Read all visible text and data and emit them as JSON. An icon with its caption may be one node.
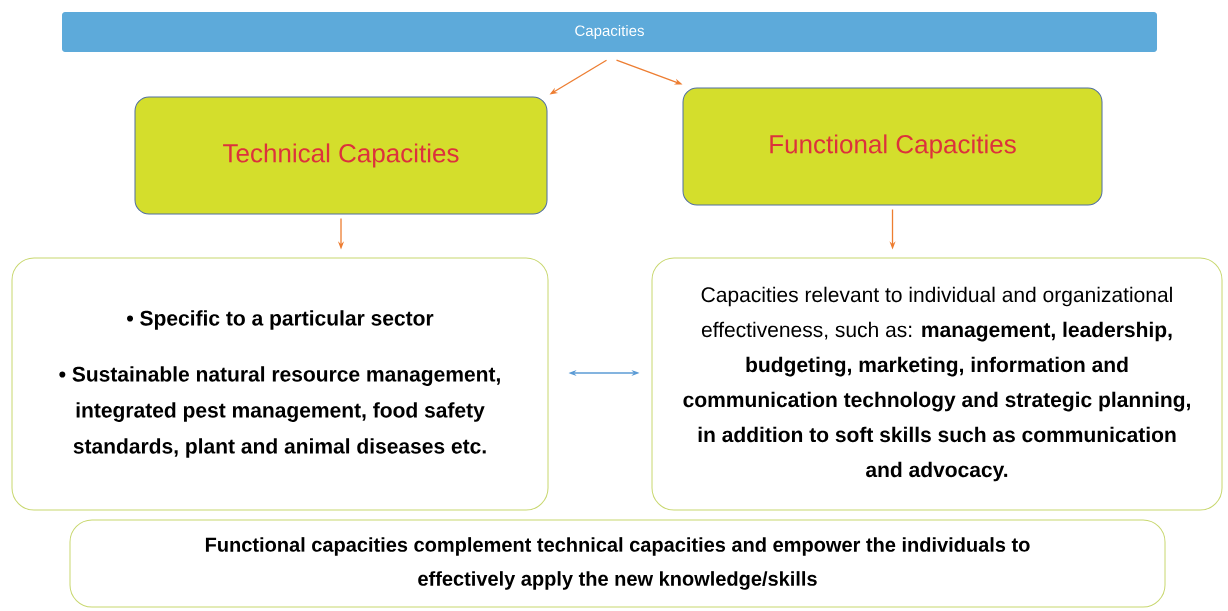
{
  "diagram": {
    "nodes": [
      {
        "text": [
          "Capacities"
        ]
      },
      {
        "text": [
          "Technical Capacities"
        ]
      },
      {
        "text": [
          "Functional Capacities"
        ]
      },
      {
        "text": [
          "• Specific to a particular sector",
          "• Sustainable natural resource management, integrated pest management, food safety standards, plant and animal diseases etc."
        ]
      },
      {
        "text": [
          "Capacities relevant to individual and organizational effectiveness, such as: **management, leadership, budgeting, marketing, information and communication technology and strategic planning, in addition to soft skills such as communication and advocacy.**"
        ]
      },
      {
        "text": [
          "Functional capacities complement technical capacities and empower the individuals to effectively apply the new knowledge/skills"
        ]
      }
    ],
    "edges": [
      {
        "from": 0,
        "to": 1,
        "arrow": "to"
      },
      {
        "from": 0,
        "to": 2,
        "arrow": "to"
      },
      {
        "from": 1,
        "to": 3,
        "arrow": "to"
      },
      {
        "from": 2,
        "to": 4,
        "arrow": "to"
      },
      {
        "from": 3,
        "to": 4,
        "arrow": "both",
        "color": "#5b9bd5"
      }
    ]
  }
}
